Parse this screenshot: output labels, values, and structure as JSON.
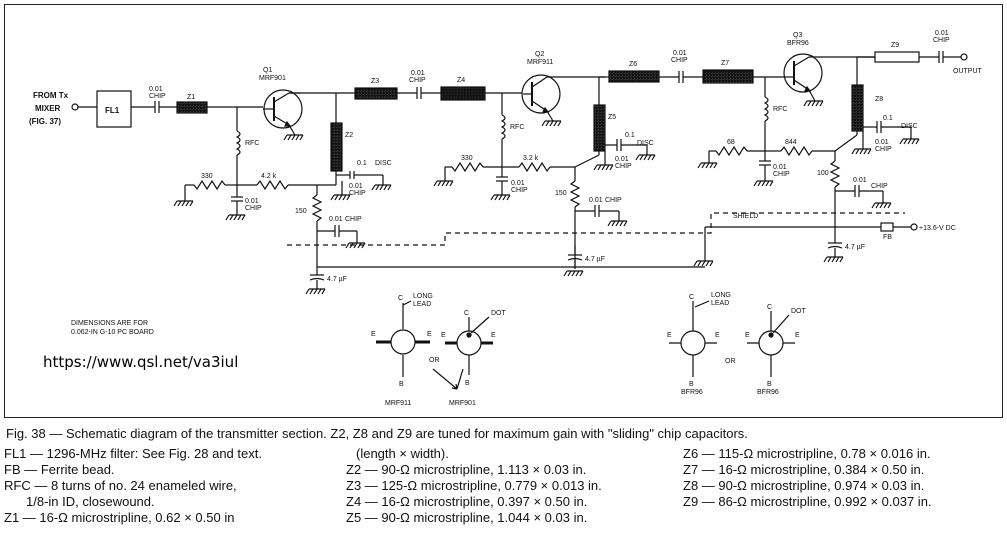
{
  "diagram": {
    "source_label": [
      "FROM Tx",
      "MIXER",
      "(FIG. 37)"
    ],
    "output_label": "OUTPUT",
    "filter_label": "FL1",
    "shield_label": "SHIELD",
    "supply_label": "+13.6-V DC",
    "fb_label": "FB",
    "url": "https://www.qsl.net/va3iul",
    "dimensions_note": [
      "DIMENSIONS ARE FOR",
      "0.062-IN G-10 PC BOARD"
    ],
    "transistors": [
      {
        "ref": "Q1",
        "part": "MRF901"
      },
      {
        "ref": "Q2",
        "part": "MRF911"
      },
      {
        "ref": "Q3",
        "part": "BFR96"
      }
    ],
    "striplines": [
      "Z1",
      "Z3",
      "Z4",
      "Z6",
      "Z7",
      "Z9",
      "Z2",
      "Z5",
      "Z8"
    ],
    "resistors": [
      "330",
      "4.2 k",
      "150",
      "330",
      "3.2 k",
      "150",
      "68",
      "844",
      "100"
    ],
    "rfc_label": "RFC",
    "cap_chip": [
      "0.01",
      "CHIP"
    ],
    "cap_disc": [
      "0.1",
      "DISC"
    ],
    "cap_47": "4.7 µF",
    "pinout": {
      "pins": [
        "C",
        "E",
        "E",
        "B"
      ],
      "long_lead": [
        "LONG",
        "LEAD"
      ],
      "dot": "DOT",
      "or": "OR",
      "parts": [
        "MRF911",
        "MRF901",
        "BFR96",
        "BFR96"
      ]
    }
  },
  "caption": "Fig. 38 — Schematic diagram of the transmitter section. Z2, Z8 and Z9 are tuned for maximum gain with \"sliding\" chip capacitors.",
  "legend": {
    "col1": [
      "FL1 — 1296-MHz filter: See Fig. 28 and text.",
      "FB — Ferrite bead.",
      "RFC — 8 turns of no. 24 enameled wire,",
      "   1/8-in ID, closewound.",
      "Z1 — 16-Ω microstripline, 0.62 × 0.50 in"
    ],
    "col2": [
      "(length × width).",
      "Z2 — 90-Ω microstripline, 1.113 × 0.03 in.",
      "Z3 — 125-Ω microstripline, 0.779 × 0.013 in.",
      "Z4 — 16-Ω microstripline, 0.397 × 0.50 in.",
      "Z5 — 90-Ω microstripline, 1.044 × 0.03 in."
    ],
    "col3": [
      "Z6 — 115-Ω microstripline, 0.78 × 0.016 in.",
      "Z7 — 16-Ω microstripline, 0.384 × 0.50 in.",
      "Z8 — 90-Ω microstripline, 0.974 × 0.03 in.",
      "Z9 — 86-Ω microstripline, 0.992 × 0.037 in."
    ]
  }
}
